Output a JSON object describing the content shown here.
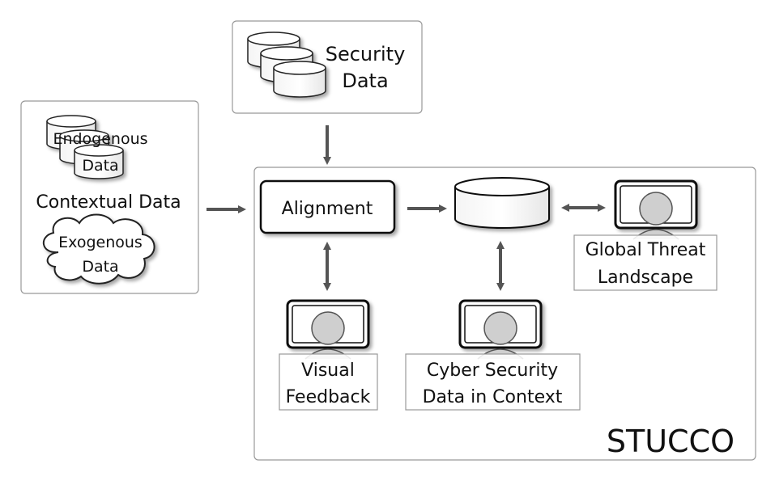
{
  "security_box": {
    "line1": "Security",
    "line2": "Data"
  },
  "contextual_box": {
    "title": "Contextual Data",
    "endogenous_line1": "Endogenous",
    "endogenous_line2": "Data",
    "exogenous_line1": "Exogenous",
    "exogenous_line2": "Data"
  },
  "stucco_box": {
    "title": "STUCCO",
    "alignment_label": "Alignment",
    "global_threat_line1": "Global Threat",
    "global_threat_line2": "Landscape",
    "visual_feedback_line1": "Visual",
    "visual_feedback_line2": "Feedback",
    "cyber_context_line1": "Cyber Security",
    "cyber_context_line2": "Data in Context"
  }
}
